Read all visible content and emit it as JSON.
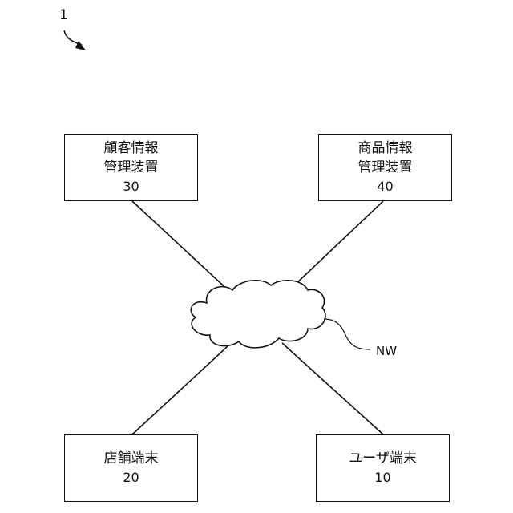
{
  "figure": {
    "number": "1"
  },
  "network": {
    "label": "NW"
  },
  "nodes": {
    "customer_manager": {
      "name": "顧客情報\n管理装置",
      "code": "30"
    },
    "product_manager": {
      "name": "商品情報\n管理装置",
      "code": "40"
    },
    "store_terminal": {
      "name": "店舗端末",
      "code": "20"
    },
    "user_terminal": {
      "name": "ユーザ端末",
      "code": "10"
    }
  }
}
